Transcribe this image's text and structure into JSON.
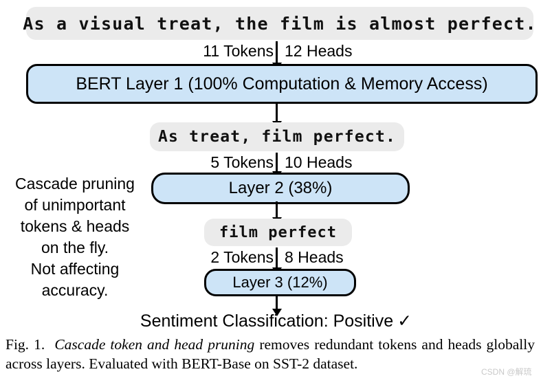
{
  "figure": {
    "strips": [
      {
        "id": "strip-1",
        "text": "As a visual treat, the film is almost perfect."
      },
      {
        "id": "strip-2",
        "text": "As treat, film perfect."
      },
      {
        "id": "strip-3",
        "text": "film perfect"
      }
    ],
    "layers": [
      {
        "id": "layer-1",
        "label": "BERT Layer 1 (100% Computation & Memory Access)"
      },
      {
        "id": "layer-2",
        "label": "Layer 2 (38%)"
      },
      {
        "id": "layer-3",
        "label": "Layer 3 (12%)"
      }
    ],
    "annotations": [
      {
        "tokens": "11 Tokens",
        "heads": "12 Heads"
      },
      {
        "tokens": "5 Tokens",
        "heads": "10 Heads"
      },
      {
        "tokens": "2 Tokens",
        "heads": "8 Heads"
      }
    ],
    "cascade_note": [
      "Cascade pruning",
      "of unimportant",
      "tokens & heads",
      "on the fly.",
      "Not affecting",
      "accuracy."
    ],
    "sentiment": {
      "text": "Sentiment Classification: Positive",
      "check": "✓"
    },
    "caption": {
      "prefix": "Fig. 1.",
      "italic": "Cascade token and head pruning",
      "rest": "removes redundant tokens and heads globally across layers. Evaluated with BERT-Base on SST-2 dataset."
    },
    "watermark": "CSDN @解琉",
    "colors": {
      "layer_fill": "#cde4f7",
      "strip_fill": "#ebebeb",
      "border": "#000000",
      "watermark": "#c9c9c9"
    }
  }
}
